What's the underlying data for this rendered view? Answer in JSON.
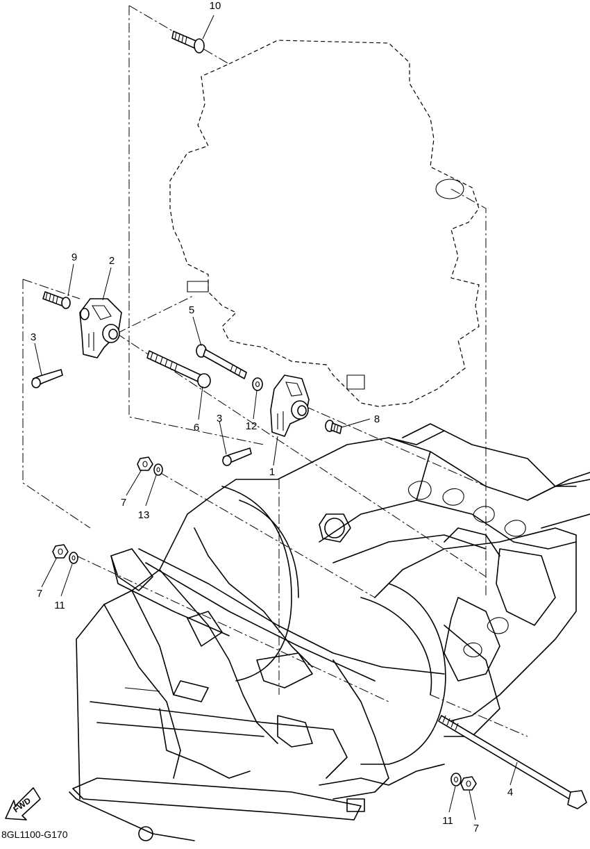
{
  "drawing_code": "8GL1100-G170",
  "direction_label": "FWD",
  "callouts": {
    "c10": "10",
    "c9": "9",
    "c2": "2",
    "c3a": "3",
    "c5": "5",
    "c6": "6",
    "c3b": "3",
    "c12": "12",
    "c8": "8",
    "c1": "1",
    "c7a": "7",
    "c13": "13",
    "c7b": "7",
    "c11a": "11",
    "c4": "4",
    "c11b": "11",
    "c7c": "7"
  }
}
